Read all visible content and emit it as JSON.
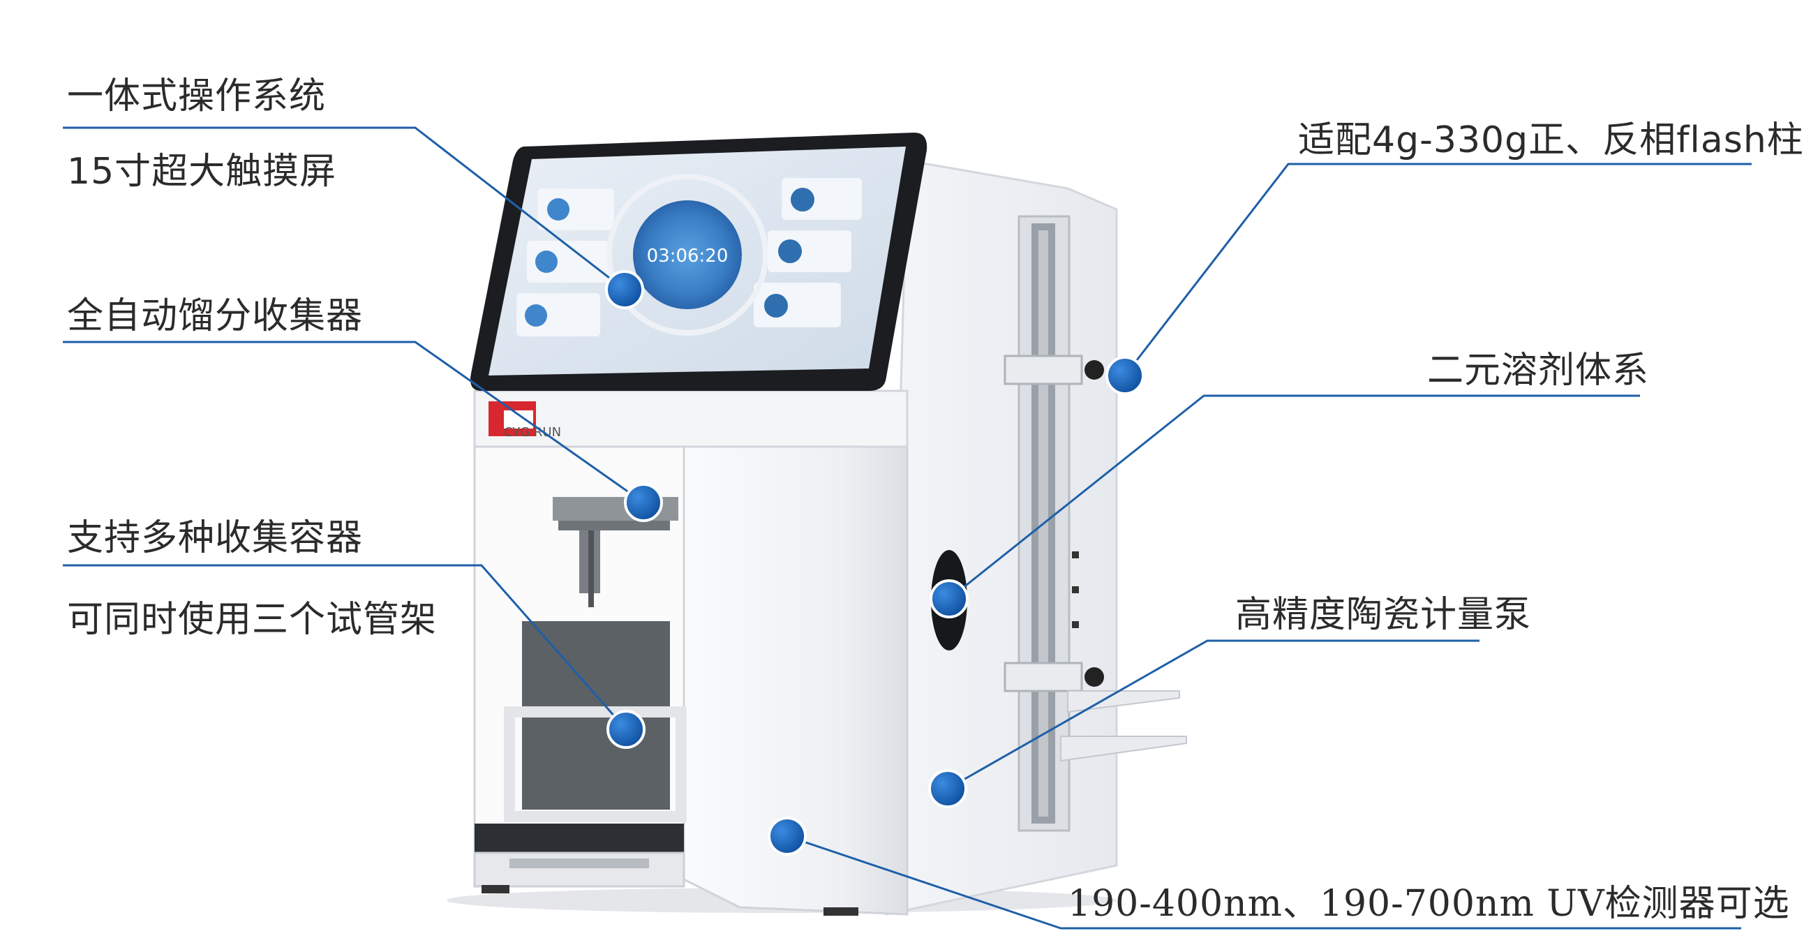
{
  "callouts": {
    "integrated_system": "一体式操作系统",
    "touchscreen": "15寸超大触摸屏",
    "fraction_collector": "全自动馏分收集器",
    "multi_containers": "支持多种收集容器",
    "three_racks": "可同时使用三个试管架",
    "column_compat": "适配4g-330g正、反相flash柱",
    "binary_solvent": "二元溶剂体系",
    "ceramic_pump": "高精度陶瓷计量泵",
    "uv_detector": "190-400nm、190-700nm UV检测器可选"
  },
  "screen": {
    "timer": "03:06:20"
  },
  "colors": {
    "accent_line": "#1e5fa8",
    "dot": "#1a63b8",
    "body": "#f1f2f4",
    "screen": "#dfe8f2"
  }
}
